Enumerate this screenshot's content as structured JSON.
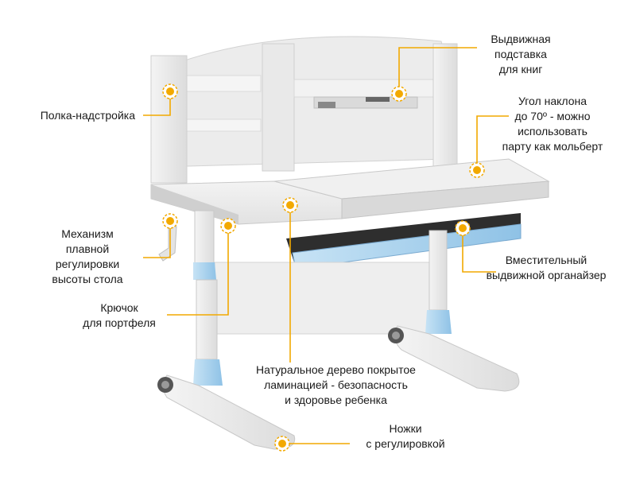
{
  "accent_color": "#f2a900",
  "accent_blue": "#a9d3ee",
  "desk_color": "#e6e6e6",
  "labels": {
    "shelf": [
      "Полка-надстройка"
    ],
    "book_stand": [
      "Выдвижная",
      "подставка",
      "для книг"
    ],
    "tilt": [
      "Угол наклона",
      "до 70º - можно",
      "использовать",
      "парту как мольберт"
    ],
    "height_mechanism": [
      "Механизм",
      "плавной",
      "регулировки",
      "высоты стола"
    ],
    "hook": [
      "Крючок",
      "для портфеля"
    ],
    "organizer": [
      "Вместительный",
      "выдвижной органайзер"
    ],
    "wood": [
      "Натуральное дерево покрытое",
      "ламинацией - безопасность",
      "и здоровье ребенка"
    ],
    "legs": [
      "Ножки",
      "с регулировкой"
    ]
  }
}
